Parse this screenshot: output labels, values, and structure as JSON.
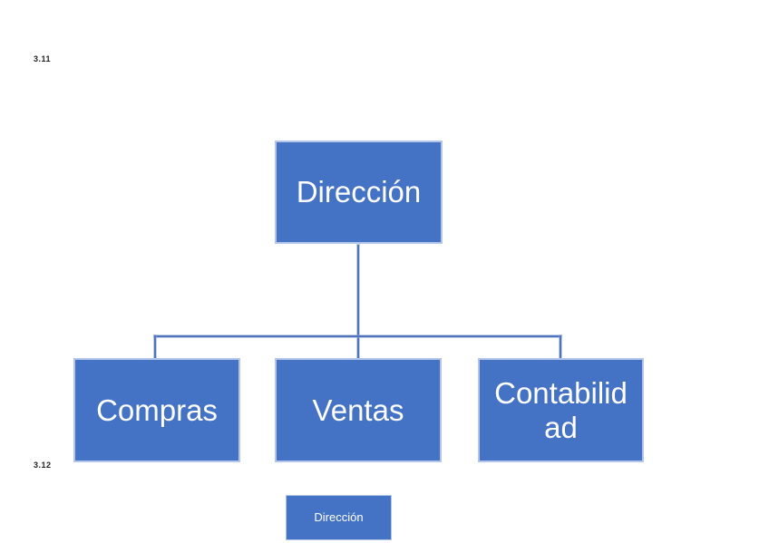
{
  "page": {
    "figure_labels": [
      {
        "text": "3.11"
      },
      {
        "text": "3.12"
      }
    ]
  },
  "colors": {
    "page_bg": "#ffffff",
    "node_fill": "#4472c4",
    "node_border": "#b3c6ea",
    "node_text": "#ffffff",
    "connector": "#4f74bd",
    "label_text": "#1f1f1f"
  },
  "org_chart": {
    "root": {
      "label": "Dirección"
    },
    "children": [
      {
        "label": "Compras"
      },
      {
        "label": "Ventas"
      },
      {
        "label": "Contabilidad",
        "display_lines": [
          "Contabilid",
          "ad"
        ]
      }
    ]
  },
  "next_figure": {
    "box_label": "Dirección"
  }
}
